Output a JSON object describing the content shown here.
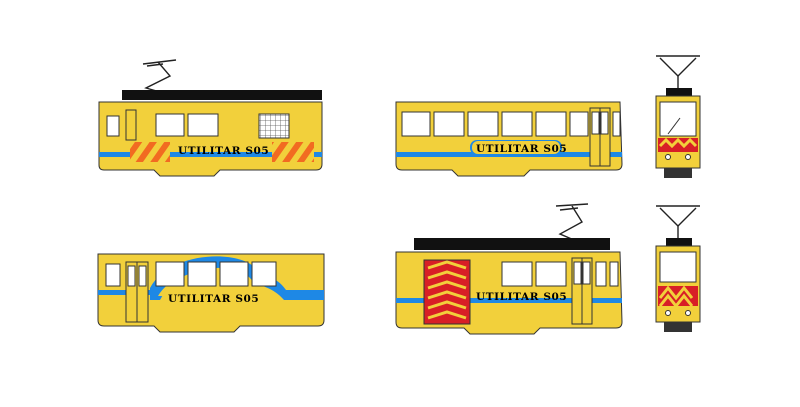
{
  "livery_label": "UTILITAR S05",
  "colors": {
    "body": "#F2D03B",
    "stripe": "#1E88E5",
    "roof": "#111111",
    "outline": "#333333",
    "window": "#FFFFFF",
    "hazard_orange": "#F26B21",
    "hazard_red": "#D81F26",
    "end_white": "#FFFFFF",
    "background": "#FFFFFF"
  },
  "views": [
    {
      "id": "tram-a-side",
      "has_pantograph": true,
      "has_grille": true,
      "hazard_stripes": "ends",
      "stripe_style": "straight"
    },
    {
      "id": "tram-b-side",
      "has_pantograph": false,
      "has_grille": false,
      "hazard_stripes": "none",
      "stripe_style": "straight"
    },
    {
      "id": "tram-b-front",
      "has_pantograph": true,
      "hazard_stripes": "front-panel"
    },
    {
      "id": "tram-c-side",
      "has_pantograph": false,
      "has_grille": false,
      "hazard_stripes": "none",
      "stripe_style": "wave"
    },
    {
      "id": "tram-d-side",
      "has_pantograph": true,
      "has_grille": false,
      "hazard_stripes": "rear-door",
      "stripe_style": "straight"
    },
    {
      "id": "tram-d-front",
      "has_pantograph": true,
      "hazard_stripes": "front-panel"
    }
  ]
}
